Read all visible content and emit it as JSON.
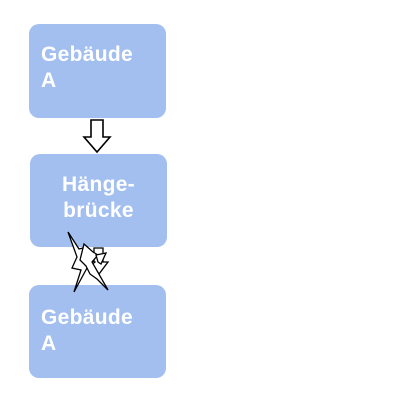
{
  "diagram": {
    "nodes": [
      {
        "id": "a",
        "lines": [
          "Gebäude",
          "A"
        ]
      },
      {
        "id": "b",
        "lines": [
          "Hänge-",
          "brücke"
        ]
      },
      {
        "id": "c",
        "lines": [
          "Gebäude",
          "A"
        ]
      }
    ],
    "edges": [
      {
        "from": "a",
        "to": "b",
        "style": "hollow-arrow"
      },
      {
        "from": "b",
        "to": "c",
        "style": "broken-hollow-arrow"
      }
    ],
    "colors": {
      "node_fill": "#a3bfef",
      "node_text": "#ffffff",
      "arrow_stroke": "#000000",
      "arrow_fill": "#ffffff"
    }
  }
}
